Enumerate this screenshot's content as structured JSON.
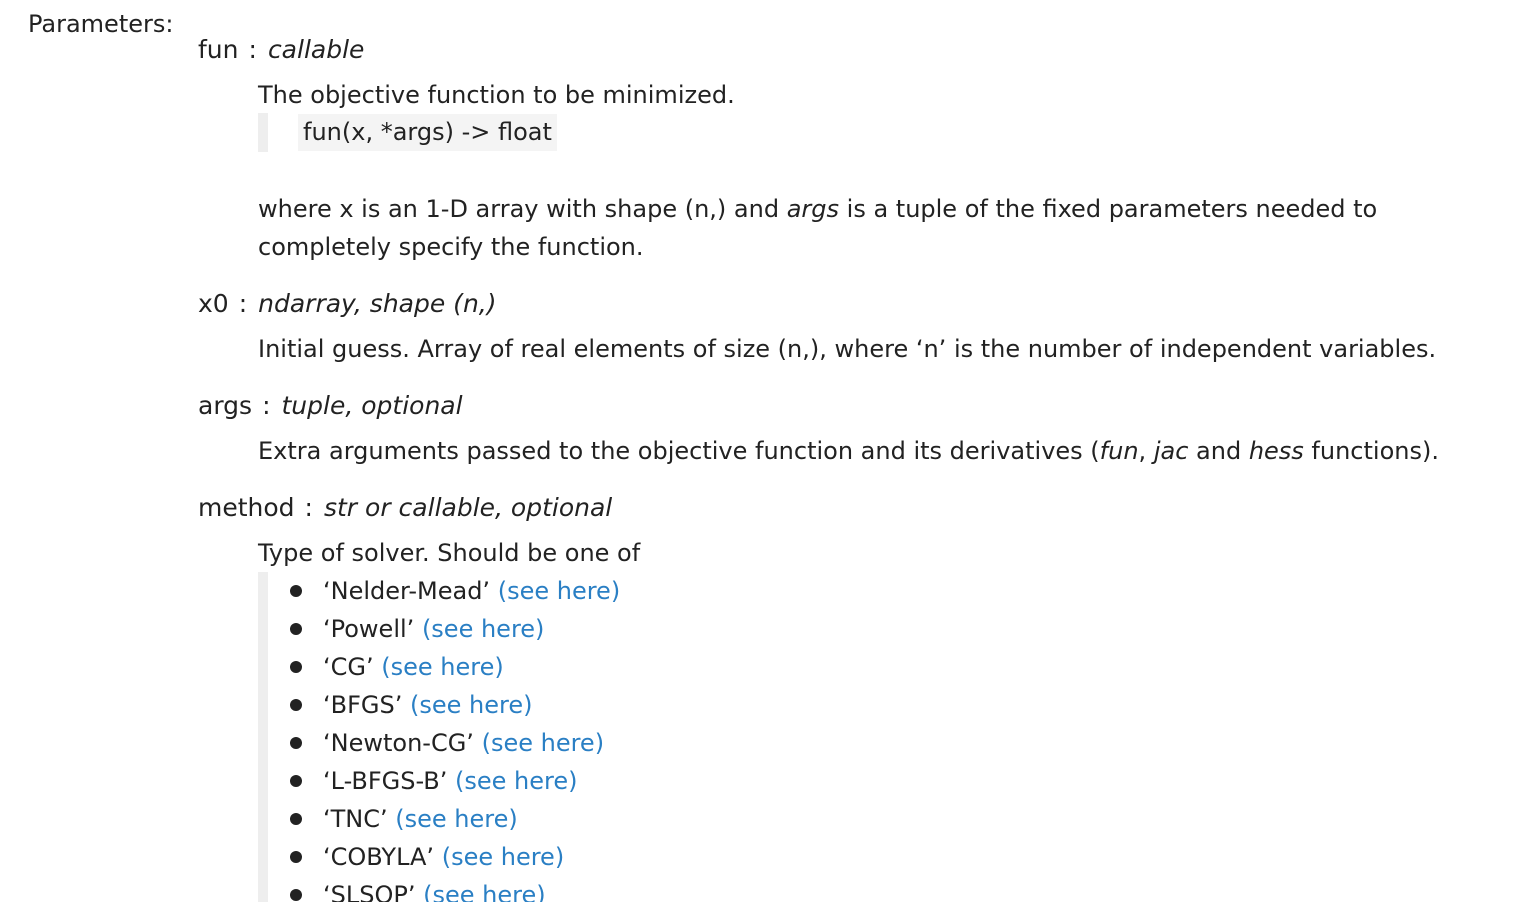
{
  "parameters_label": "Parameters:",
  "params": [
    {
      "name": "fun",
      "type": "callable",
      "desc": "The objective function to be minimized.",
      "code": "fun(x, *args) -> float",
      "desc2_a": "where x is an 1-D array with shape (n,) and ",
      "desc2_em": "args",
      "desc2_b": " is a tuple of the fixed parameters needed to",
      "desc2_line2": "completely specify the function."
    },
    {
      "name": "x0",
      "type": "ndarray, shape (n,)",
      "desc": "Initial guess. Array of real elements of size (n,), where ‘n’ is the number of independent variables."
    },
    {
      "name": "args",
      "type": "tuple, optional",
      "desc_a": "Extra arguments passed to the objective function and its derivatives (",
      "desc_fun": "fun",
      "desc_comma": ", ",
      "desc_jac": "jac",
      "desc_and": " and ",
      "desc_hess": "hess",
      "desc_b": " functions)."
    },
    {
      "name": "method",
      "type": "str or callable, optional",
      "desc": "Type of solver. Should be one of"
    }
  ],
  "methods": [
    {
      "name": "‘Nelder-Mead’",
      "link": "(see here)"
    },
    {
      "name": "‘Powell’",
      "link": "(see here)"
    },
    {
      "name": "‘CG’",
      "link": "(see here)"
    },
    {
      "name": "‘BFGS’",
      "link": "(see here)"
    },
    {
      "name": "‘Newton-CG’",
      "link": "(see here)"
    },
    {
      "name": "‘L-BFGS-B’",
      "link": "(see here)"
    },
    {
      "name": "‘TNC’",
      "link": "(see here)"
    },
    {
      "name": "‘COBYLA’",
      "link": "(see here)"
    },
    {
      "name": "‘SLSQP’",
      "link": "(see here)"
    }
  ],
  "colors": {
    "text": "#222222",
    "link": "#2a7fc4",
    "code_bg": "#f4f4f4",
    "bar": "#eeeeee"
  }
}
